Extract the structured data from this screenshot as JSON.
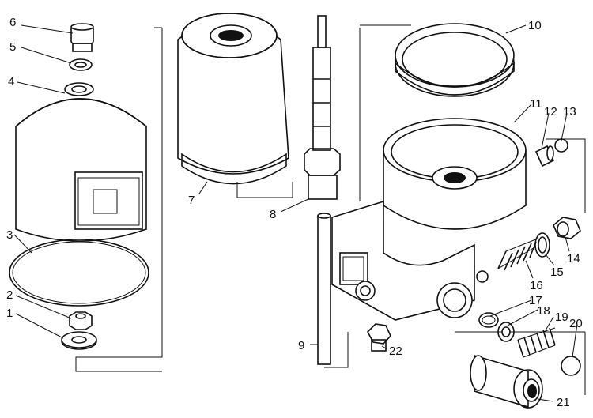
{
  "figure": {
    "callouts": [
      {
        "id": "1",
        "label": "1"
      },
      {
        "id": "2",
        "label": "2"
      },
      {
        "id": "3",
        "label": "3"
      },
      {
        "id": "4",
        "label": "4"
      },
      {
        "id": "5",
        "label": "5"
      },
      {
        "id": "6",
        "label": "6"
      },
      {
        "id": "7",
        "label": "7"
      },
      {
        "id": "8",
        "label": "8"
      },
      {
        "id": "9",
        "label": "9"
      },
      {
        "id": "10",
        "label": "10"
      },
      {
        "id": "11",
        "label": "11"
      },
      {
        "id": "12",
        "label": "12"
      },
      {
        "id": "13",
        "label": "13"
      },
      {
        "id": "14",
        "label": "14"
      },
      {
        "id": "15",
        "label": "15"
      },
      {
        "id": "16",
        "label": "16"
      },
      {
        "id": "17",
        "label": "17"
      },
      {
        "id": "18",
        "label": "18"
      },
      {
        "id": "19",
        "label": "19"
      },
      {
        "id": "20",
        "label": "20"
      },
      {
        "id": "21",
        "label": "21"
      },
      {
        "id": "22",
        "label": "22"
      }
    ]
  }
}
